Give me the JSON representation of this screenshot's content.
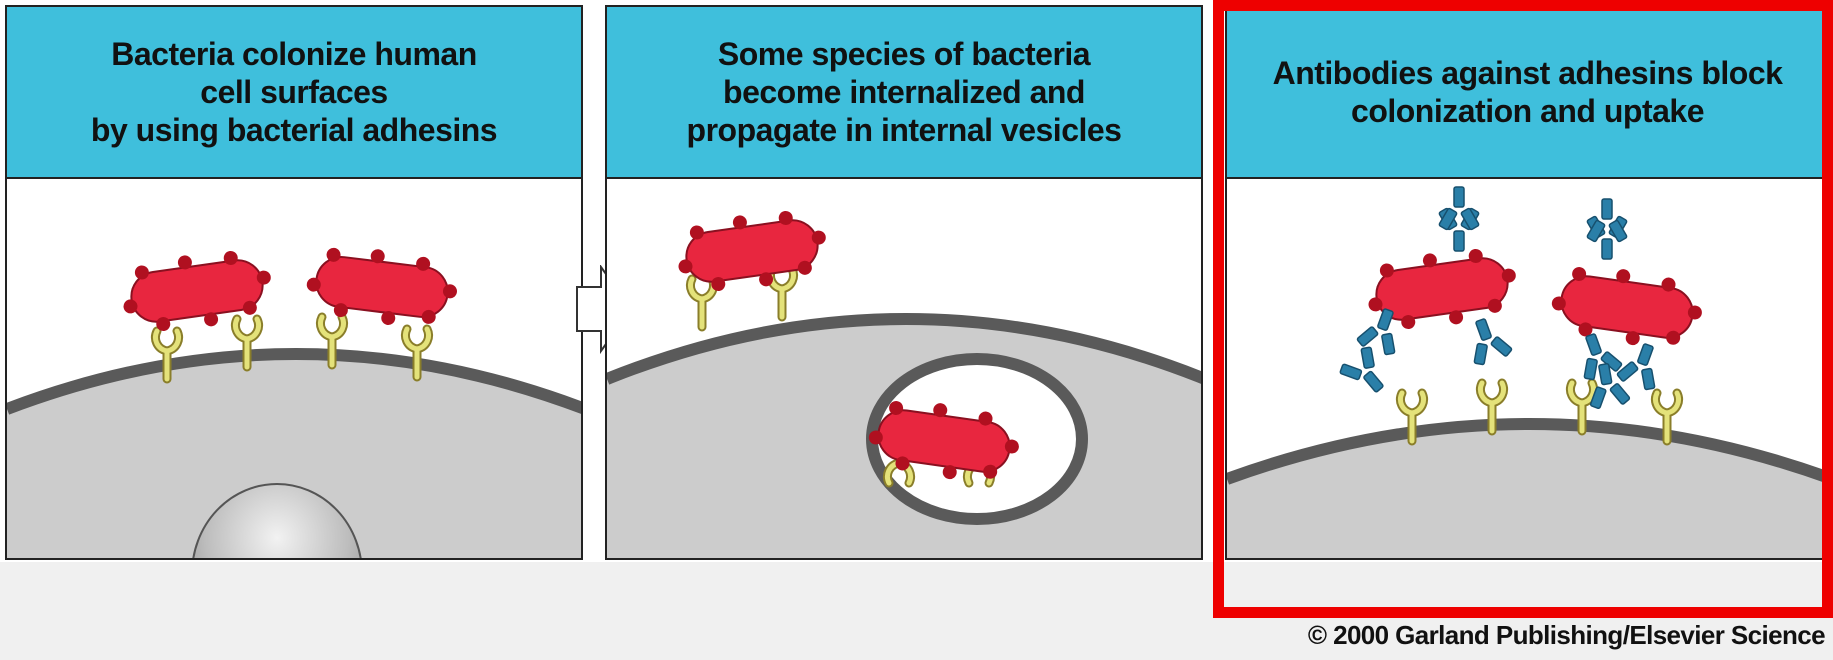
{
  "panels": [
    {
      "title_lines": [
        "Bacteria colonize human",
        "cell surfaces",
        "by using bacterial adhesins"
      ]
    },
    {
      "title_lines": [
        "Some species of bacteria",
        "become internalized and",
        "propagate in internal vesicles"
      ]
    },
    {
      "title_lines": [
        "Antibodies against adhesins block",
        "colonization and uptake"
      ]
    }
  ],
  "copyright": "© 2000 Garland Publishing/Elsevier Science",
  "colors": {
    "header": "#3fbfdc",
    "bacterium": "#e8263f",
    "adhesin": "#b01020",
    "receptor": "#d8d86a",
    "antibody": "#2a7fa8",
    "cell": "#cccccc",
    "membrane": "#5a5a5a",
    "highlight": "#ee0000"
  }
}
